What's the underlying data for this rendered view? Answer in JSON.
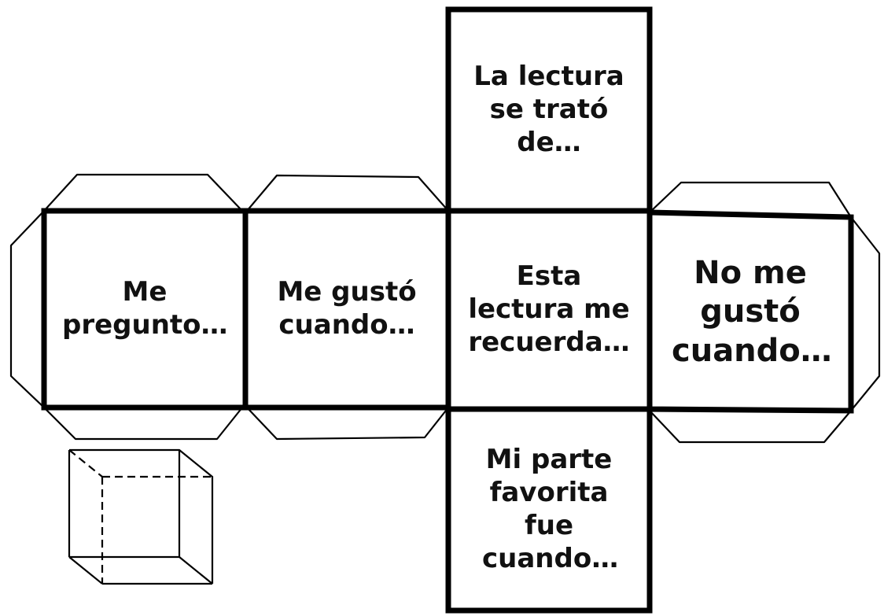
{
  "net": {
    "faces": {
      "top": "La lectura se trató de…",
      "left": "Me pregunto…",
      "center_left": "Me gustó cuando…",
      "center": "Esta lectura me recuerda…",
      "right": "No me gustó cuando…",
      "bottom": "Mi parte favorita fue cuando…"
    }
  },
  "colors": {
    "line": "#000000",
    "background": "#ffffff"
  }
}
